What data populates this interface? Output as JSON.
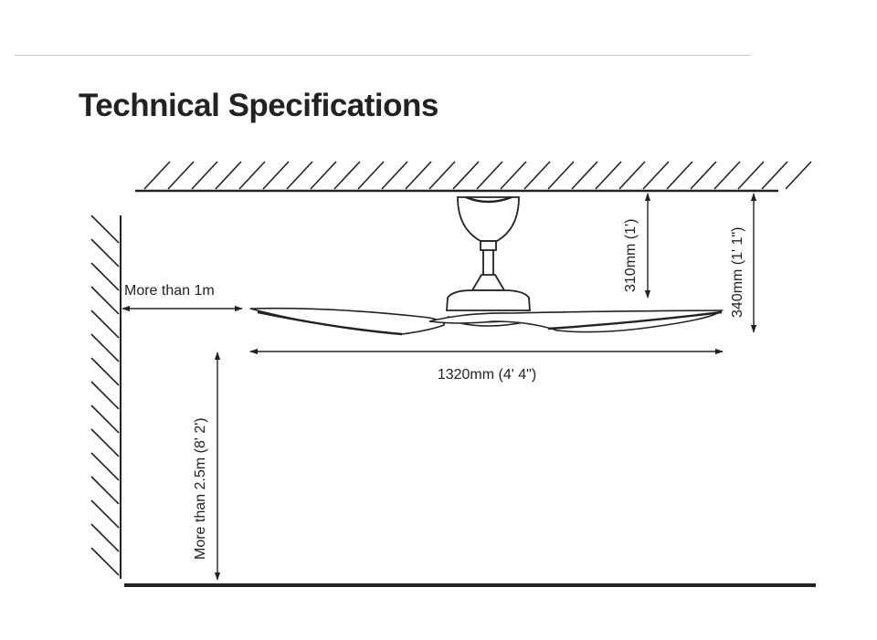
{
  "page": {
    "title": "Technical Specifications"
  },
  "dimensions": {
    "wall_clearance": "More than 1m",
    "blade_span": "1320mm (4' 4\")",
    "downrod_height": "310mm (1')",
    "overall_height": "340mm (1' 1\")",
    "floor_clearance": "More than 2.5m (8' 2')"
  },
  "colors": {
    "line": "#222222",
    "rule": "#c8c8c8"
  }
}
